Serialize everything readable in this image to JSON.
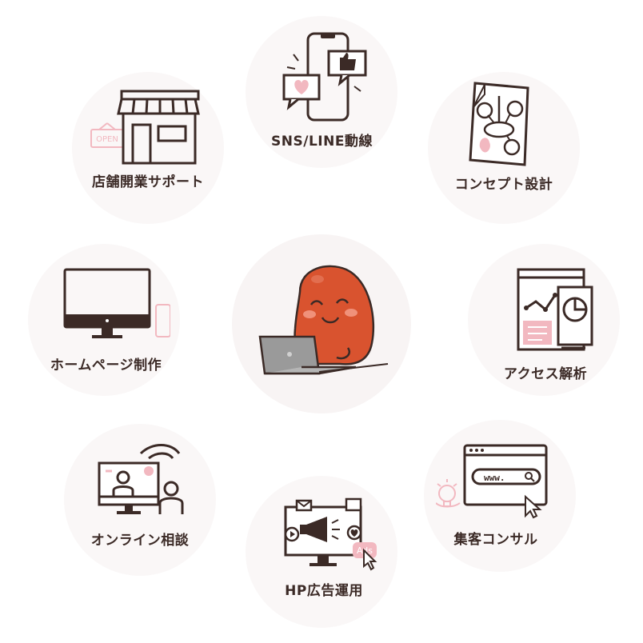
{
  "colors": {
    "ink": "#3b2a26",
    "pink": "#f2b8c0",
    "mascot": "#d9532f",
    "laptop": "#9a9a9a",
    "halo": "#f7f3f3"
  },
  "center": {
    "icon": "mascot-with-laptop-icon"
  },
  "services": [
    {
      "label": "店舗開業サポート",
      "icon": "storefront-icon",
      "sign": "OPEN"
    },
    {
      "label": "SNS/LINE動線",
      "icon": "smartphone-social-icon"
    },
    {
      "label": "コンセプト設計",
      "icon": "concept-diagram-icon"
    },
    {
      "label": "ホームページ制作",
      "icon": "desktop-monitor-icon"
    },
    {
      "label": "アクセス解析",
      "icon": "analytics-chart-icon"
    },
    {
      "label": "オンライン相談",
      "icon": "video-call-icon"
    },
    {
      "label": "HP広告運用",
      "icon": "megaphone-monitor-icon",
      "badge": "Ads"
    },
    {
      "label": "集客コンサル",
      "icon": "browser-search-icon",
      "url": "www."
    }
  ]
}
